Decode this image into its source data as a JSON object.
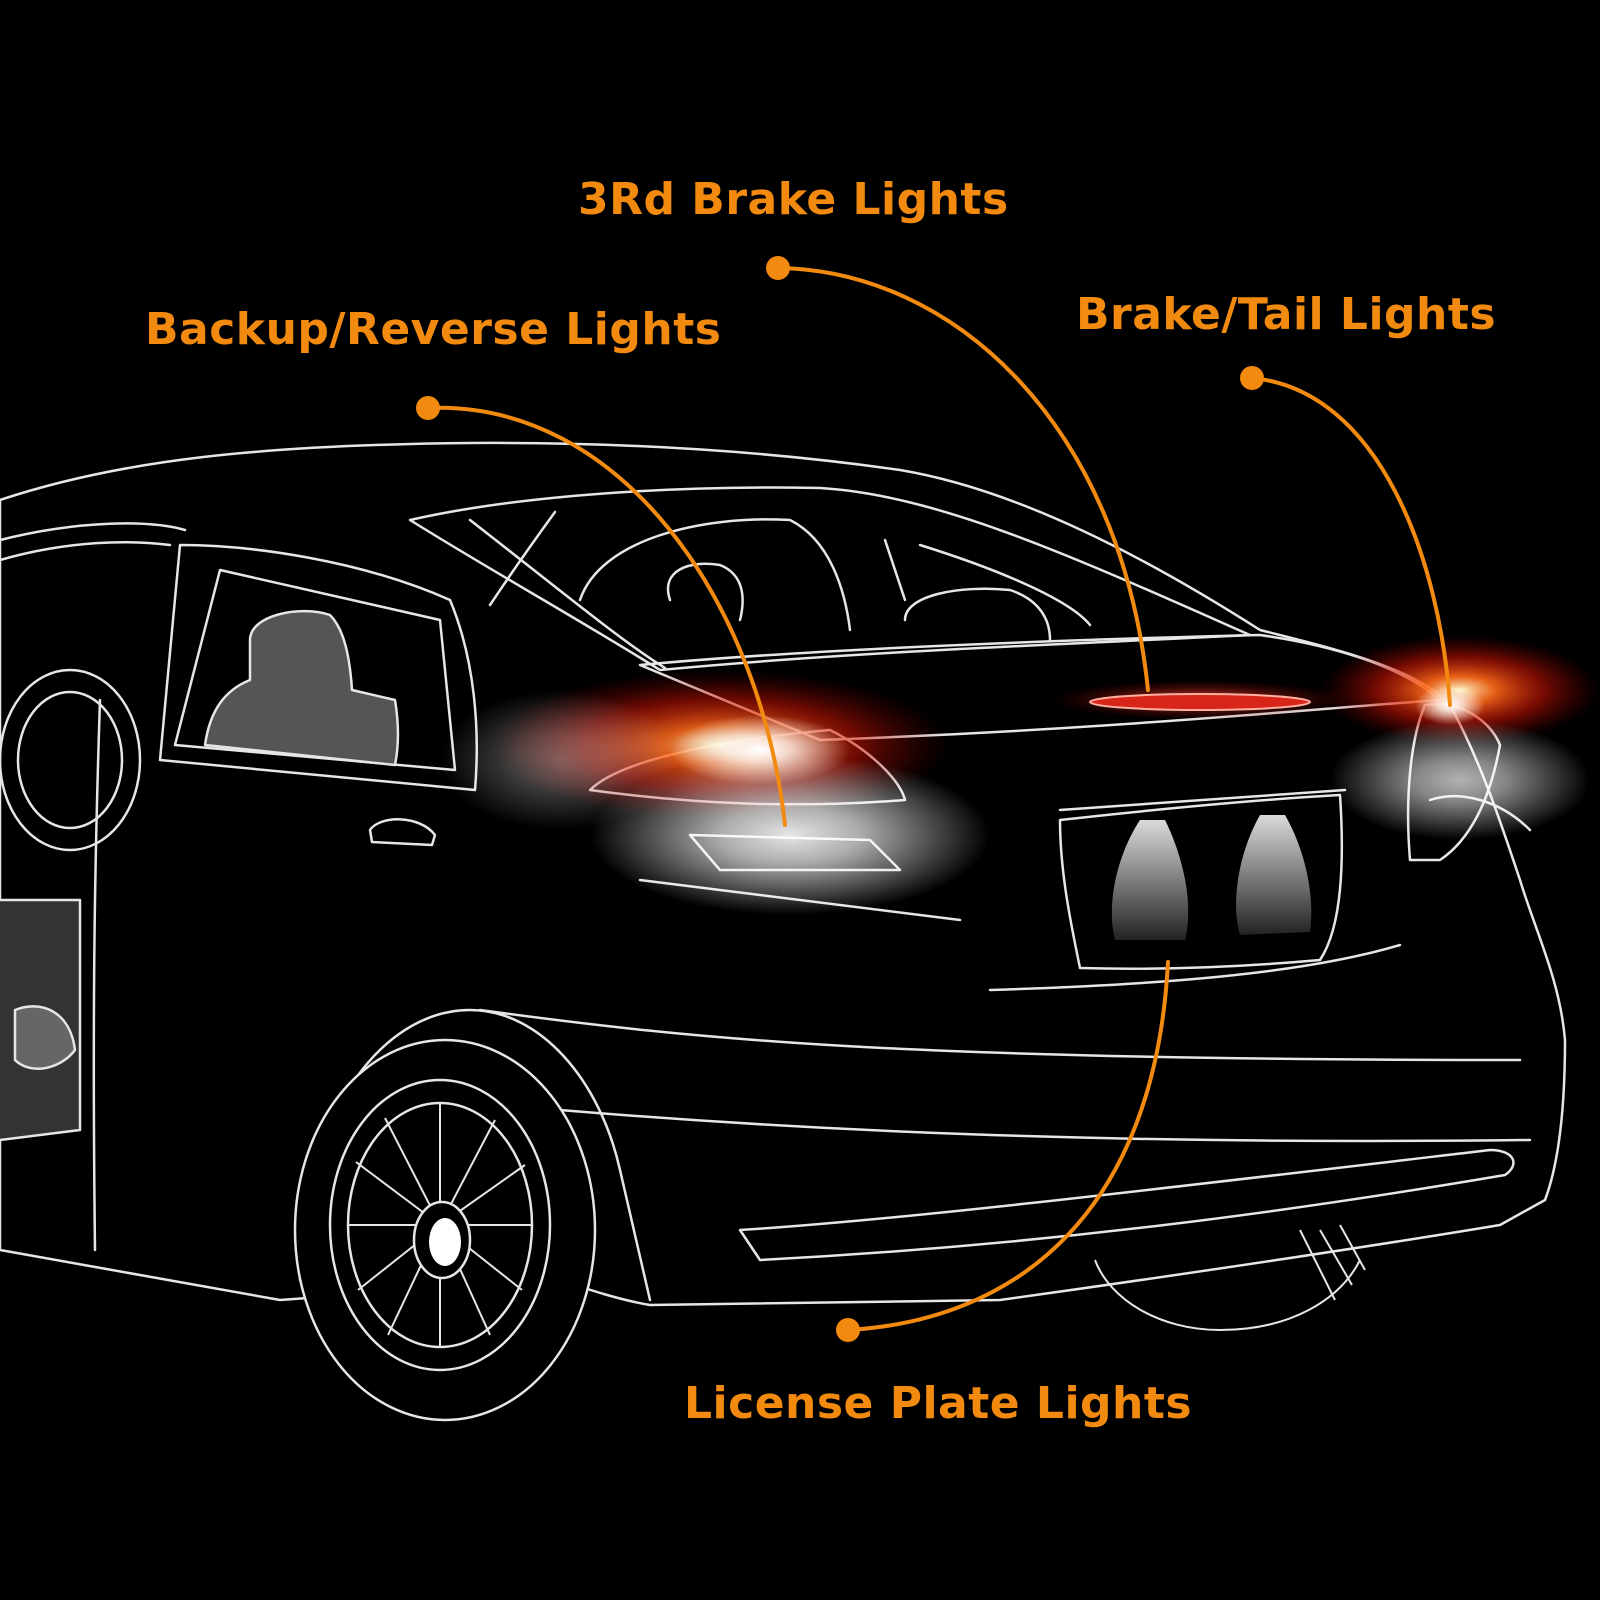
{
  "colors": {
    "accent": "#F28A0F",
    "outline": "#E6E6E6",
    "background": "#000000",
    "glow_red": "#FF2A10",
    "glow_white": "#FFFFFF"
  },
  "callouts": {
    "third_brake": {
      "label": "3Rd Brake Lights"
    },
    "backup_reverse": {
      "label": "Backup/Reverse Lights"
    },
    "brake_tail": {
      "label": "Brake/Tail Lights"
    },
    "license_plate": {
      "label": "License Plate Lights"
    }
  }
}
